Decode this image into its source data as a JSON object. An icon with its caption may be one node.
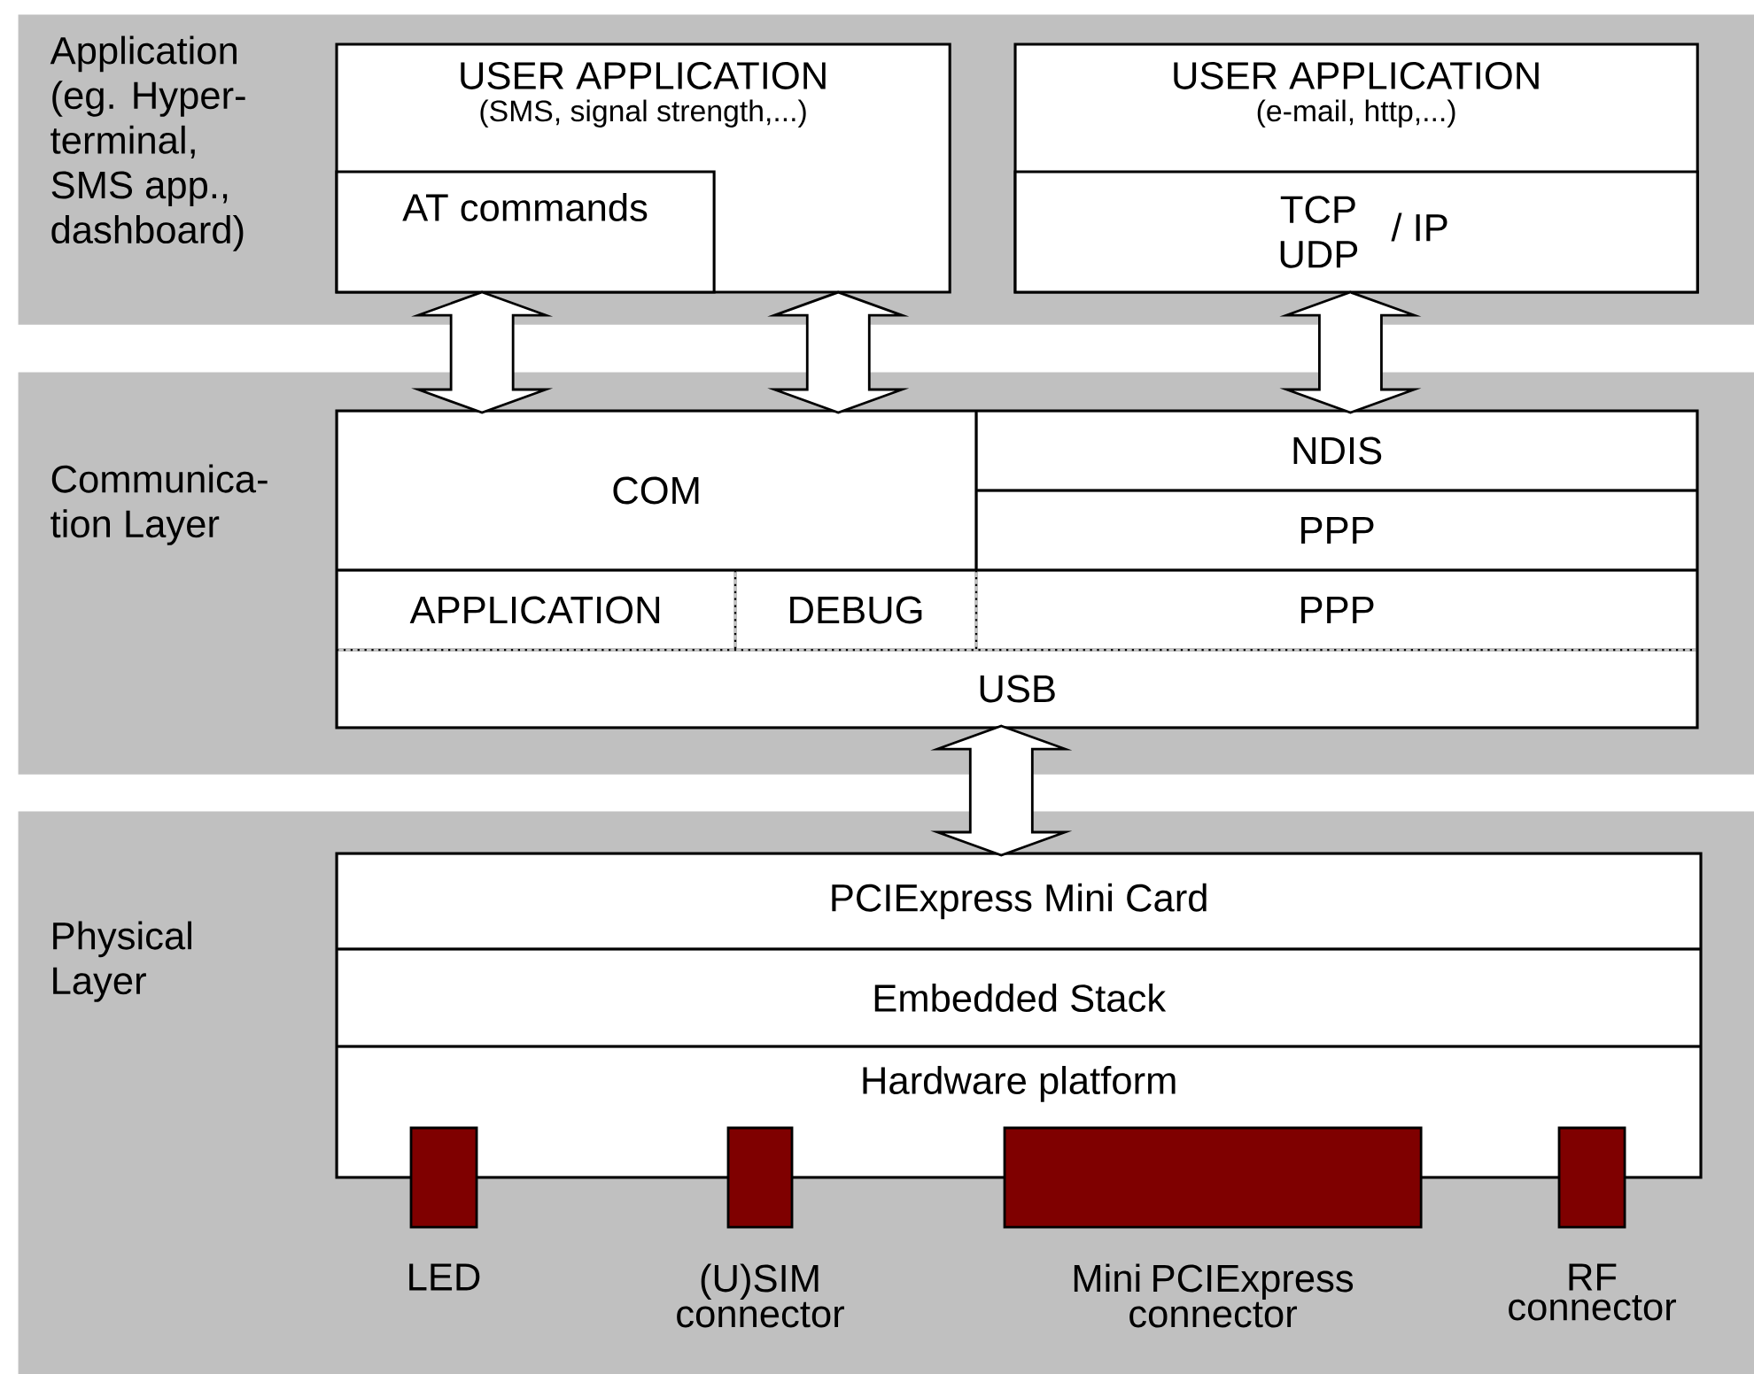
{
  "diagram": {
    "nodes": [
      {
        "text": [
          "Application (eg. Hyper-terminal, SMS app., dashboard)"
        ]
      },
      {
        "text": [
          "USER APPLICATION",
          "(SMS, signal strength,...)"
        ],
        "in": 0
      },
      {
        "text": [
          "AT commands"
        ],
        "in": 1
      },
      {
        "text": [
          "USER APPLICATION",
          "(e-mail, http,...)"
        ],
        "in": 0
      },
      {
        "text": [
          "TCP UDP",
          "/ IP"
        ],
        "in": 3
      },
      {
        "text": [
          "Communica-tion Layer"
        ]
      },
      {
        "text": [
          "COM"
        ],
        "in": 5
      },
      {
        "text": [
          "NDIS"
        ],
        "in": 5
      },
      {
        "text": [
          "PPP"
        ],
        "in": 5
      },
      {
        "text": [
          "APPLICATION"
        ],
        "in": 5
      },
      {
        "text": [
          "DEBUG"
        ],
        "in": 5
      },
      {
        "text": [
          "PPP"
        ],
        "in": 5
      },
      {
        "text": [
          "USB"
        ],
        "in": 5
      },
      {
        "text": [
          "Physical Layer"
        ]
      },
      {
        "text": [
          "PCIExpress Mini Card"
        ],
        "in": 13
      },
      {
        "text": [
          "Embedded Stack"
        ],
        "in": 13
      },
      {
        "text": [
          "Hardware platform"
        ],
        "in": 13
      },
      {
        "text": [],
        "shape": "box",
        "beside": [
          "LED"
        ],
        "in": 13
      },
      {
        "text": [],
        "shape": "box",
        "beside": [
          "(U)SIM connector"
        ],
        "in": 13
      },
      {
        "text": [],
        "shape": "box",
        "beside": [
          "Mini PCIExpress connector"
        ],
        "in": 13
      },
      {
        "text": [],
        "shape": "box",
        "beside": [
          "RF connector"
        ],
        "in": 13
      }
    ],
    "edges": [
      {
        "from": 2,
        "to": 6,
        "arrow": "both"
      },
      {
        "from": 1,
        "to": 6,
        "arrow": "both"
      },
      {
        "from": 4,
        "to": 7,
        "arrow": "both"
      },
      {
        "from": 12,
        "to": 14,
        "arrow": "both"
      }
    ]
  }
}
